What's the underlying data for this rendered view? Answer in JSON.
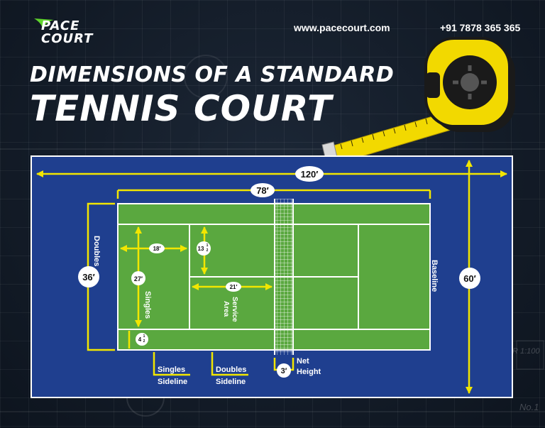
{
  "brand": {
    "line1": "PACE",
    "line2": "COURT"
  },
  "header": {
    "website": "www.pacecourt.com",
    "phone": "+91 7878 365 365"
  },
  "title": {
    "line1": "DIMENSIONS OF A STANDARD",
    "line2": "TENNIS COURT"
  },
  "dimensions": {
    "total_length": "120′",
    "court_length": "78′",
    "total_width": "60′",
    "doubles_width": "36′",
    "singles_width": "27′",
    "alley_width": "4",
    "alley_frac_num": "1",
    "alley_frac_den": "2",
    "baseline_to_service": "18′",
    "service_half_width": "13",
    "service_frac_num": "1",
    "service_frac_den": "2",
    "service_line_to_net": "21′",
    "net_height": "3′"
  },
  "labels": {
    "doubles": "Doubles",
    "singles": "Singles",
    "service_area_1": "Service",
    "service_area_2": "Area",
    "baseline": "Baseline",
    "singles_sideline_1": "Singles",
    "singles_sideline_2": "Sideline",
    "doubles_sideline_1": "Doubles",
    "doubles_sideline_2": "Sideline",
    "net_height_1": "Net",
    "net_height_2": "Height"
  },
  "background_text": {
    "scale": "R 1:100",
    "number": "No.1"
  },
  "colors": {
    "surround": "#1f3f8f",
    "court": "#5aa83f",
    "lines": "#ffffff",
    "dimension": "#f2e600",
    "tape": "#f2d900"
  }
}
